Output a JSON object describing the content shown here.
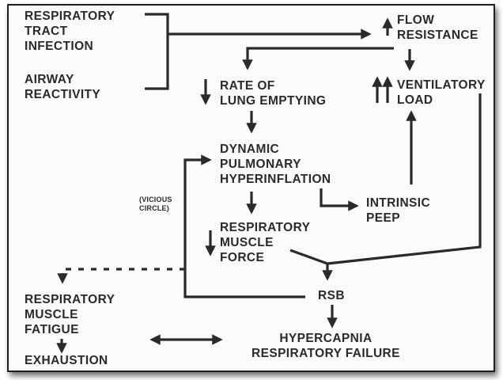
{
  "nodes": {
    "respiratory_tract_infection": [
      "RESPIRATORY",
      "TRACT",
      "INFECTION"
    ],
    "airway_reactivity": [
      "AIRWAY",
      "REACTIVITY"
    ],
    "flow_resistance": [
      "FLOW",
      "RESISTANCE"
    ],
    "rate_of_lung_emptying": [
      "RATE OF",
      "LUNG EMPTYING"
    ],
    "ventilatory_load": [
      "VENTILATORY",
      "LOAD"
    ],
    "dynamic_hyperinflation": [
      "DYNAMIC",
      "PULMONARY",
      "HYPERINFLATION"
    ],
    "vicious_circle": [
      "(VICIOUS",
      "CIRCLE)"
    ],
    "intrinsic_peep": [
      "INTRINSIC",
      "PEEP"
    ],
    "respiratory_muscle_force": [
      "RESPIRATORY",
      "MUSCLE",
      "FORCE"
    ],
    "rsb": "RSB",
    "respiratory_muscle_fatigue": [
      "RESPIRATORY",
      "MUSCLE",
      "FATIGUE"
    ],
    "exhaustion": "EXHAUSTION",
    "hypercapnia": [
      "HYPERCAPNIA",
      "RESPIRATORY FAILURE"
    ]
  },
  "indicators": {
    "flow_resistance": "increase",
    "rate_of_lung_emptying": "decrease",
    "ventilatory_load": "double-increase",
    "respiratory_muscle_force": "decrease"
  },
  "colors": {
    "ink": "#2a2a2a",
    "frame": "#1f1f1f",
    "background": "#fbfbfb"
  }
}
